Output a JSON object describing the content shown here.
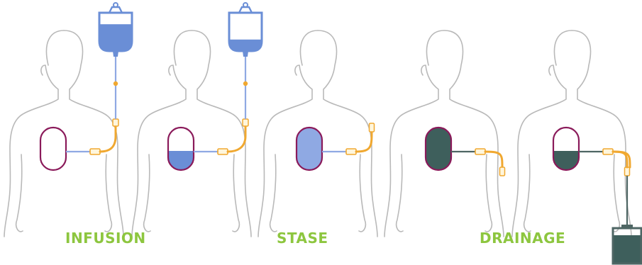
{
  "labels": {
    "infusion": "INFUSION",
    "stase": "STASE",
    "drainage": "DRAINAGE"
  },
  "colors": {
    "label": "#8dc63f",
    "body_outline": "#b9b9b9",
    "catheter_outline": "#8a1a5a",
    "dialysate_fresh": "#6a8ed6",
    "dialysate_fresh_light": "#8fa9e3",
    "dialysate_spent": "#3e5f5c",
    "tube_blue": "#8fa9e3",
    "tube_grey": "#4e6664",
    "tube_orange": "#f0a830",
    "clamp_fill": "#fff6dc",
    "bag_outline": "#6a8ed6"
  },
  "icons": {
    "patient": "human-torso-outline-icon",
    "peritoneal_cavity": "catheter-capsule-icon",
    "fresh_bag": "iv-bag-icon",
    "drain_bag": "drain-bag-icon"
  },
  "panels": [
    {
      "name": "infusion-1",
      "cavity_fill": 0,
      "source_bag_fill": 0.7,
      "drain_bag_fill": null,
      "flow": "in"
    },
    {
      "name": "infusion-2",
      "cavity_fill": 0.45,
      "source_bag_fill": 0.3,
      "drain_bag_fill": null,
      "flow": "in"
    },
    {
      "name": "stase",
      "cavity_fill": 1.0,
      "source_bag_fill": null,
      "drain_bag_fill": null,
      "flow": "none"
    },
    {
      "name": "drainage-1",
      "cavity_fill": 1.0,
      "source_bag_fill": null,
      "drain_bag_fill": null,
      "flow": "out"
    },
    {
      "name": "drainage-2",
      "cavity_fill": 0.45,
      "source_bag_fill": null,
      "drain_bag_fill": 0.8,
      "flow": "out"
    }
  ]
}
